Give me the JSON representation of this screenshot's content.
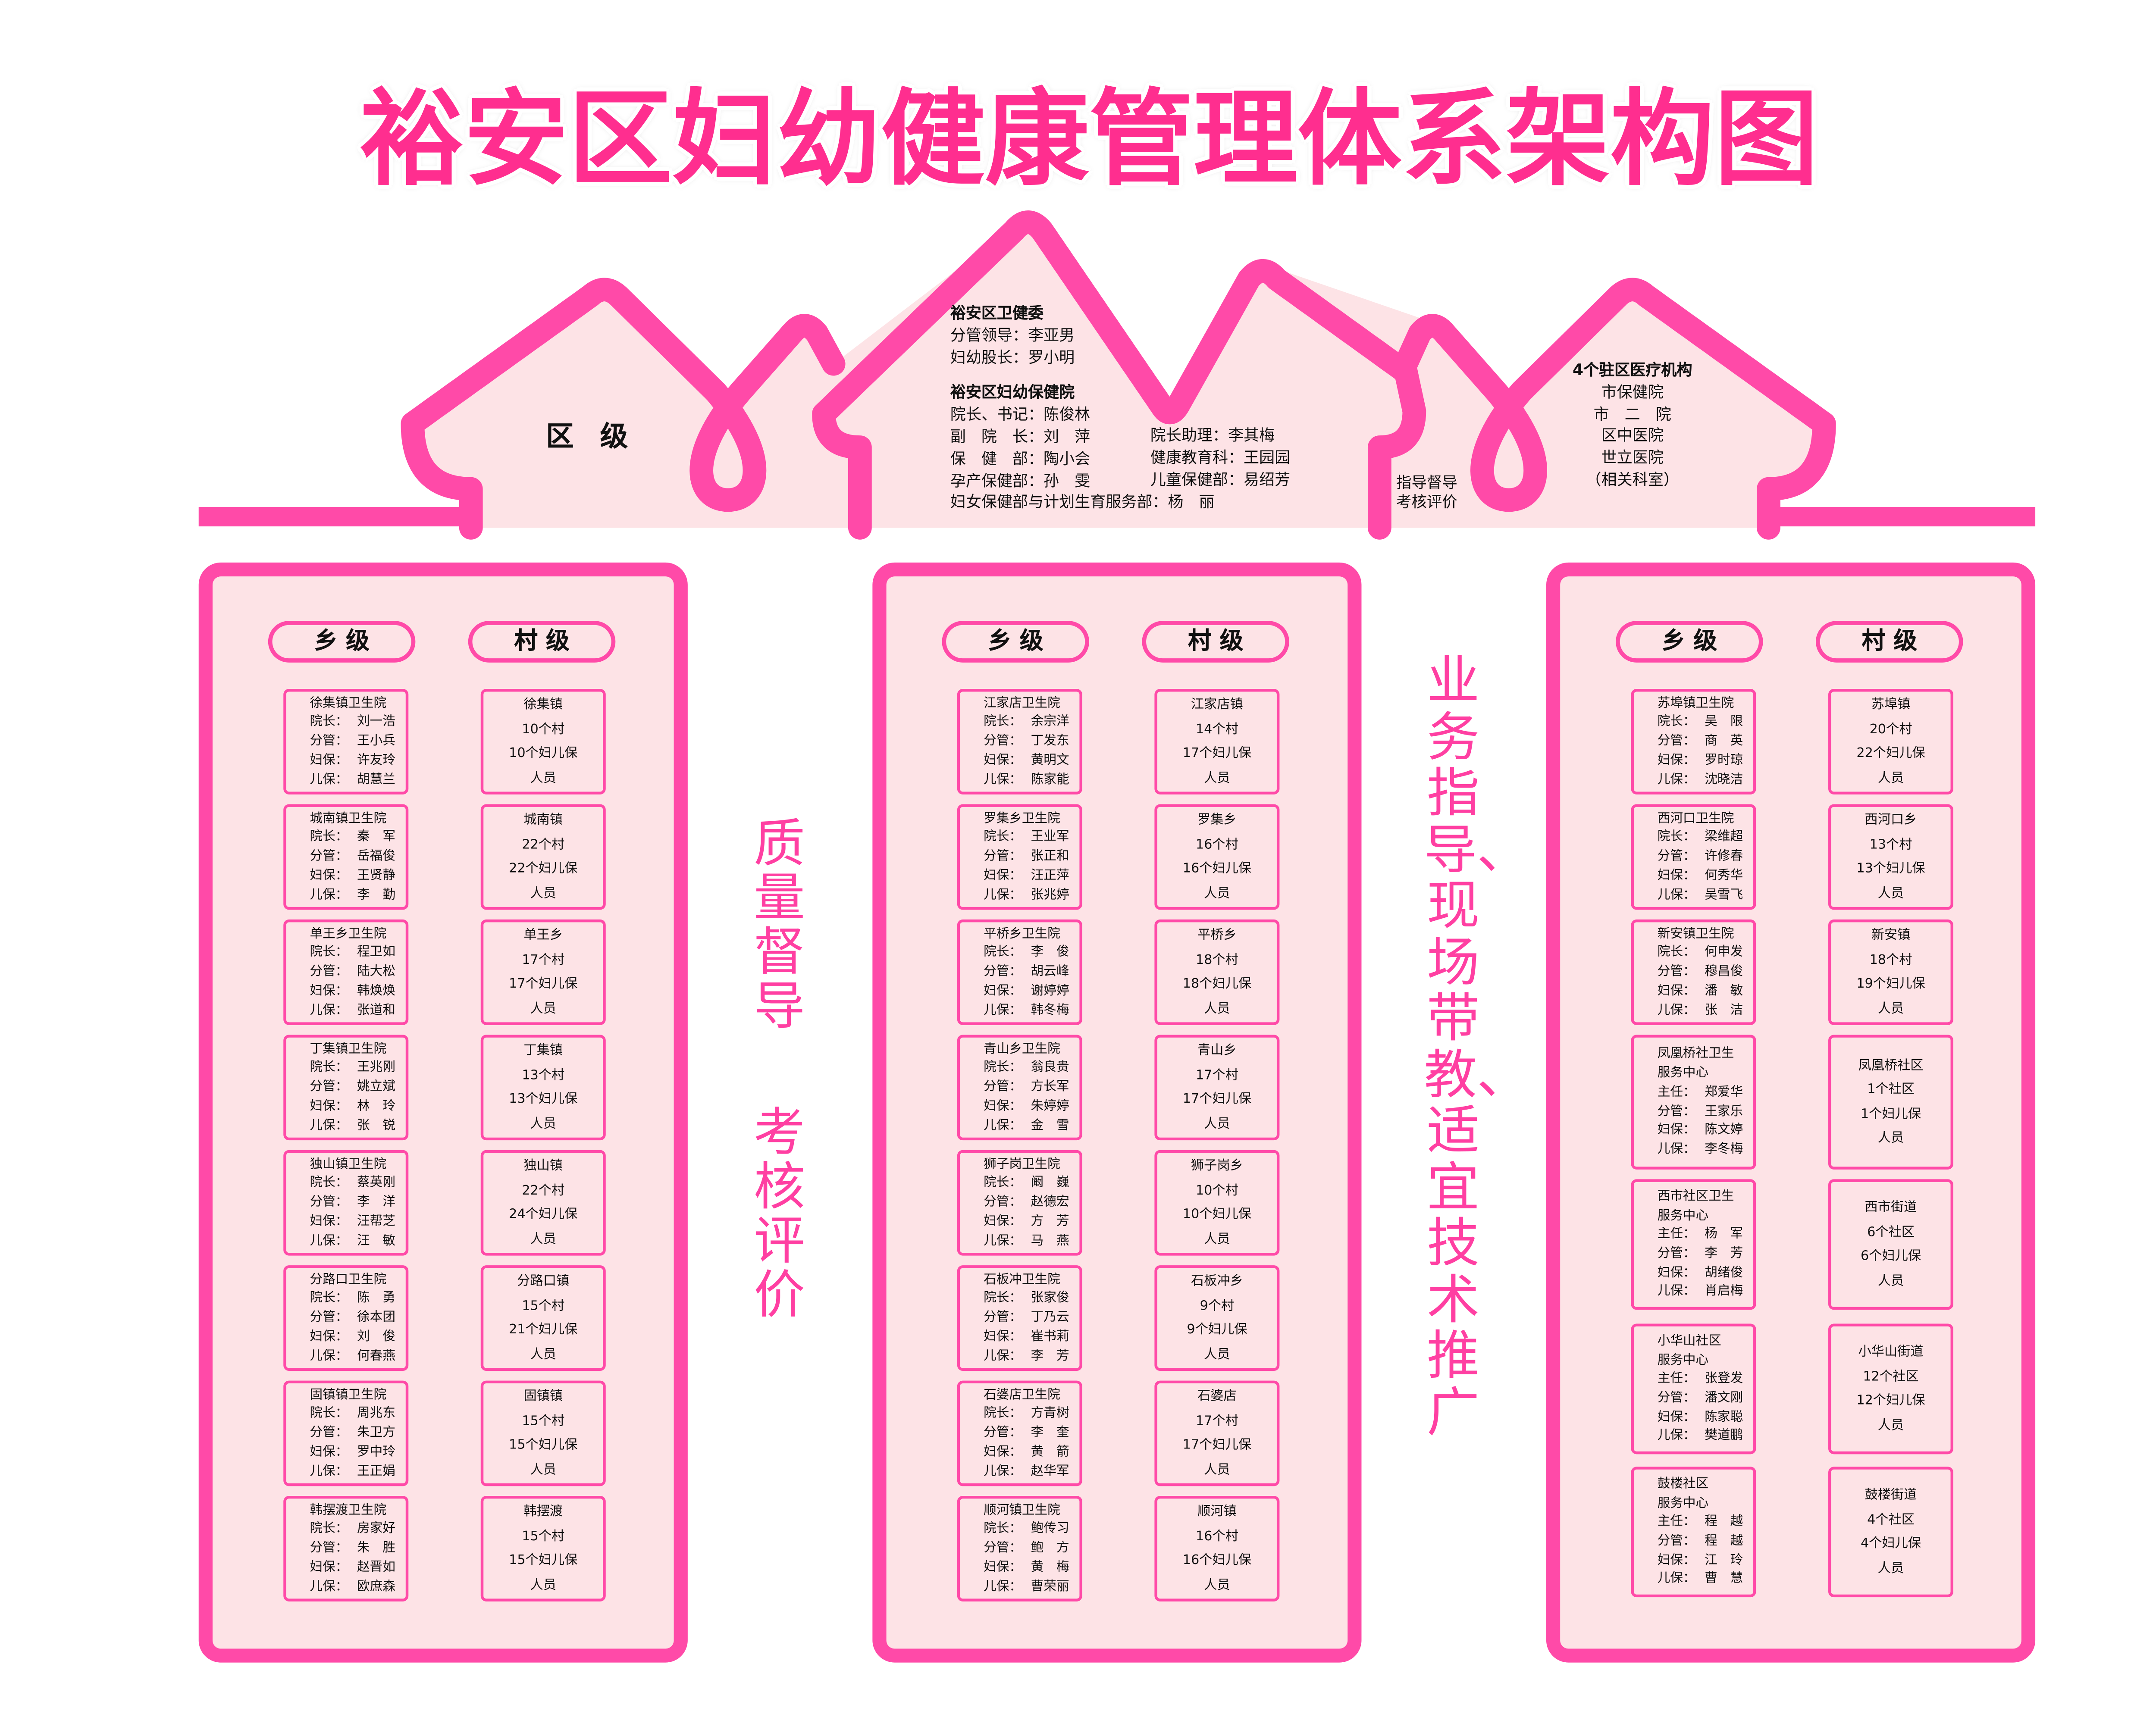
{
  "title": "裕安区妇幼健康管理体系架构图",
  "colors": {
    "accent": "#ff4aa8",
    "title": "#ff2e8f",
    "fill": "#fde3e6",
    "vertical_text": "#ff3fa2"
  },
  "district": {
    "label": "区 级",
    "commission": {
      "title": "裕安区卫健委",
      "lines": [
        "分管领导：李亚男",
        "妇幼股长：罗小明"
      ]
    },
    "hospital": {
      "title": "裕安区妇幼保健院",
      "left_lines": [
        "院长、书记：陈俊林",
        "副　院　长：刘　萍",
        "保　健　部：陶小会",
        "孕产保健部：孙　雯",
        "妇女保健部与计划生育服务部：杨　丽"
      ],
      "right_lines": [
        "院长助理：李其梅",
        "健康教育科：王园园",
        "儿童保健部：易绍芳"
      ]
    },
    "guide": [
      "指导督导",
      "考核评价"
    ],
    "institutions": {
      "title": "4个驻区医疗机构",
      "items": [
        "市保健院",
        "市　二　院",
        "区中医院",
        "世立医院",
        "（相关科室）"
      ]
    }
  },
  "side_text": {
    "quality": "质量督导",
    "assessment": "考核评价",
    "business": "业务指导、现场带教、适宜技术推广"
  },
  "panels": [
    {
      "township_header": "乡 级",
      "village_header": "村 级",
      "rows": [
        {
          "township": {
            "title": [
              "徐集镇卫生院"
            ],
            "staff": [
              [
                "院长：",
                "刘一浩"
              ],
              [
                "分管：",
                "王小兵"
              ],
              [
                "妇保：",
                "许友玲"
              ],
              [
                "儿保：",
                "胡慧兰"
              ]
            ]
          },
          "village": [
            "徐集镇",
            "10个村",
            "10个妇儿保",
            "人员"
          ]
        },
        {
          "township": {
            "title": [
              "城南镇卫生院"
            ],
            "staff": [
              [
                "院长：",
                "秦军"
              ],
              [
                "分管：",
                "岳福俊"
              ],
              [
                "妇保：",
                "王贤静"
              ],
              [
                "儿保：",
                "李勤"
              ]
            ]
          },
          "village": [
            "城南镇",
            "22个村",
            "22个妇儿保",
            "人员"
          ]
        },
        {
          "township": {
            "title": [
              "单王乡卫生院"
            ],
            "staff": [
              [
                "院长：",
                "程卫如"
              ],
              [
                "分管：",
                "陆大松"
              ],
              [
                "妇保：",
                "韩焕焕"
              ],
              [
                "儿保：",
                "张道和"
              ]
            ]
          },
          "village": [
            "单王乡",
            "17个村",
            "17个妇儿保",
            "人员"
          ]
        },
        {
          "township": {
            "title": [
              "丁集镇卫生院"
            ],
            "staff": [
              [
                "院长：",
                "王兆刚"
              ],
              [
                "分管：",
                "姚立斌"
              ],
              [
                "妇保：",
                "林玲"
              ],
              [
                "儿保：",
                "张锐"
              ]
            ]
          },
          "village": [
            "丁集镇",
            "13个村",
            "13个妇儿保",
            "人员"
          ]
        },
        {
          "township": {
            "title": [
              "独山镇卫生院"
            ],
            "staff": [
              [
                "院长：",
                "蔡英刚"
              ],
              [
                "分管：",
                "李洋"
              ],
              [
                "妇保：",
                "汪帮芝"
              ],
              [
                "儿保：",
                "汪敏"
              ]
            ]
          },
          "village": [
            "独山镇",
            "22个村",
            "24个妇儿保",
            "人员"
          ]
        },
        {
          "township": {
            "title": [
              "分路口卫生院"
            ],
            "staff": [
              [
                "院长：",
                "陈勇"
              ],
              [
                "分管：",
                "徐本团"
              ],
              [
                "妇保：",
                "刘俊"
              ],
              [
                "儿保：",
                "何春燕"
              ]
            ]
          },
          "village": [
            "分路口镇",
            "15个村",
            "21个妇儿保",
            "人员"
          ]
        },
        {
          "township": {
            "title": [
              "固镇镇卫生院"
            ],
            "staff": [
              [
                "院长：",
                "周兆东"
              ],
              [
                "分管：",
                "朱卫方"
              ],
              [
                "妇保：",
                "罗中玲"
              ],
              [
                "儿保：",
                "王正娟"
              ]
            ]
          },
          "village": [
            "固镇镇",
            "15个村",
            "15个妇儿保",
            "人员"
          ]
        },
        {
          "township": {
            "title": [
              "韩摆渡卫生院"
            ],
            "staff": [
              [
                "院长：",
                "房家好"
              ],
              [
                "分管：",
                "朱胜"
              ],
              [
                "妇保：",
                "赵晋如"
              ],
              [
                "儿保：",
                "欧庶森"
              ]
            ]
          },
          "village": [
            "韩摆渡",
            "15个村",
            "15个妇儿保",
            "人员"
          ]
        }
      ]
    },
    {
      "township_header": "乡 级",
      "village_header": "村 级",
      "rows": [
        {
          "township": {
            "title": [
              "江家店卫生院"
            ],
            "staff": [
              [
                "院长：",
                "余宗洋"
              ],
              [
                "分管：",
                "丁发东"
              ],
              [
                "妇保：",
                "黄明文"
              ],
              [
                "儿保：",
                "陈家能"
              ]
            ]
          },
          "village": [
            "江家店镇",
            "14个村",
            "17个妇儿保",
            "人员"
          ]
        },
        {
          "township": {
            "title": [
              "罗集乡卫生院"
            ],
            "staff": [
              [
                "院长：",
                "王业军"
              ],
              [
                "分管：",
                "张正和"
              ],
              [
                "妇保：",
                "汪正萍"
              ],
              [
                "儿保：",
                "张兆婷"
              ]
            ]
          },
          "village": [
            "罗集乡",
            "16个村",
            "16个妇儿保",
            "人员"
          ]
        },
        {
          "township": {
            "title": [
              "平桥乡卫生院"
            ],
            "staff": [
              [
                "院长：",
                "李俊"
              ],
              [
                "分管：",
                "胡云峰"
              ],
              [
                "妇保：",
                "谢婷婷"
              ],
              [
                "儿保：",
                "韩冬梅"
              ]
            ]
          },
          "village": [
            "平桥乡",
            "18个村",
            "18个妇儿保",
            "人员"
          ]
        },
        {
          "township": {
            "title": [
              "青山乡卫生院"
            ],
            "staff": [
              [
                "院长：",
                "翁良贵"
              ],
              [
                "分管：",
                "方长军"
              ],
              [
                "妇保：",
                "朱婷婷"
              ],
              [
                "儿保：",
                "金雪"
              ]
            ]
          },
          "village": [
            "青山乡",
            "17个村",
            "17个妇儿保",
            "人员"
          ]
        },
        {
          "township": {
            "title": [
              "狮子岗卫生院"
            ],
            "staff": [
              [
                "院长：",
                "阚巍"
              ],
              [
                "分管：",
                "赵德宏"
              ],
              [
                "妇保：",
                "方芳"
              ],
              [
                "儿保：",
                "马燕"
              ]
            ]
          },
          "village": [
            "狮子岗乡",
            "10个村",
            "10个妇儿保",
            "人员"
          ]
        },
        {
          "township": {
            "title": [
              "石板冲卫生院"
            ],
            "staff": [
              [
                "院长：",
                "张家俊"
              ],
              [
                "分管：",
                "丁乃云"
              ],
              [
                "妇保：",
                "崔书莉"
              ],
              [
                "儿保：",
                "李芳"
              ]
            ]
          },
          "village": [
            "石板冲乡",
            "9个村",
            "9个妇儿保",
            "人员"
          ]
        },
        {
          "township": {
            "title": [
              "石婆店卫生院"
            ],
            "staff": [
              [
                "院长：",
                "方青树"
              ],
              [
                "分管：",
                "李奎"
              ],
              [
                "妇保：",
                "黄箭"
              ],
              [
                "儿保：",
                "赵华军"
              ]
            ]
          },
          "village": [
            "石婆店",
            "17个村",
            "17个妇儿保",
            "人员"
          ]
        },
        {
          "township": {
            "title": [
              "顺河镇卫生院"
            ],
            "staff": [
              [
                "院长：",
                "鲍传习"
              ],
              [
                "分管：",
                "鲍方"
              ],
              [
                "妇保：",
                "黄梅"
              ],
              [
                "儿保：",
                "曹荣丽"
              ]
            ]
          },
          "village": [
            "顺河镇",
            "16个村",
            "16个妇儿保",
            "人员"
          ]
        }
      ]
    },
    {
      "township_header": "乡 级",
      "village_header": "村 级",
      "rows": [
        {
          "township": {
            "title": [
              "苏埠镇卫生院"
            ],
            "staff": [
              [
                "院长：",
                "吴限"
              ],
              [
                "分管：",
                "商英"
              ],
              [
                "妇保：",
                "罗时琼"
              ],
              [
                "儿保：",
                "沈晓洁"
              ]
            ]
          },
          "village": [
            "苏埠镇",
            "20个村",
            "22个妇儿保",
            "人员"
          ]
        },
        {
          "township": {
            "title": [
              "西河口卫生院"
            ],
            "staff": [
              [
                "院长：",
                "梁维超"
              ],
              [
                "分管：",
                "许修春"
              ],
              [
                "妇保：",
                "何秀华"
              ],
              [
                "儿保：",
                "吴雪飞"
              ]
            ]
          },
          "village": [
            "西河口乡",
            "13个村",
            "13个妇儿保",
            "人员"
          ]
        },
        {
          "township": {
            "title": [
              "新安镇卫生院"
            ],
            "staff": [
              [
                "院长：",
                "何申发"
              ],
              [
                "分管：",
                "穆昌俊"
              ],
              [
                "妇保：",
                "潘敏"
              ],
              [
                "儿保：",
                "张洁"
              ]
            ]
          },
          "village": [
            "新安镇",
            "18个村",
            "19个妇儿保",
            "人员"
          ]
        },
        {
          "township": {
            "title": [
              "凤凰桥社卫生",
              "服务中心"
            ],
            "staff": [
              [
                "主任：",
                "郑爱华"
              ],
              [
                "分管：",
                "王家乐"
              ],
              [
                "妇保：",
                "陈文婷"
              ],
              [
                "儿保：",
                "李冬梅"
              ]
            ]
          },
          "village": [
            "凤凰桥社区",
            "1个社区",
            "1个妇儿保",
            "人员"
          ]
        },
        {
          "township": {
            "title": [
              "西市社区卫生",
              "服务中心"
            ],
            "staff": [
              [
                "主任：",
                "杨军"
              ],
              [
                "分管：",
                "李芳"
              ],
              [
                "妇保：",
                "胡绪俊"
              ],
              [
                "儿保：",
                "肖启梅"
              ]
            ]
          },
          "village": [
            "西市街道",
            "6个社区",
            "6个妇儿保",
            "人员"
          ]
        },
        {
          "township": {
            "title": [
              "小华山社区",
              "服务中心"
            ],
            "staff": [
              [
                "主任：",
                "张登发"
              ],
              [
                "分管：",
                "潘文刚"
              ],
              [
                "妇保：",
                "陈家聪"
              ],
              [
                "儿保：",
                "樊道鹏"
              ]
            ]
          },
          "village": [
            "小华山街道",
            "12个社区",
            "12个妇儿保",
            "人员"
          ]
        },
        {
          "township": {
            "title": [
              "鼓楼社区",
              "服务中心"
            ],
            "staff": [
              [
                "主任：",
                "程越"
              ],
              [
                "分管：",
                "程越"
              ],
              [
                "妇保：",
                "江玲"
              ],
              [
                "儿保：",
                "曹慧"
              ]
            ]
          },
          "village": [
            "鼓楼街道",
            "4个社区",
            "4个妇儿保",
            "人员"
          ]
        }
      ]
    }
  ]
}
